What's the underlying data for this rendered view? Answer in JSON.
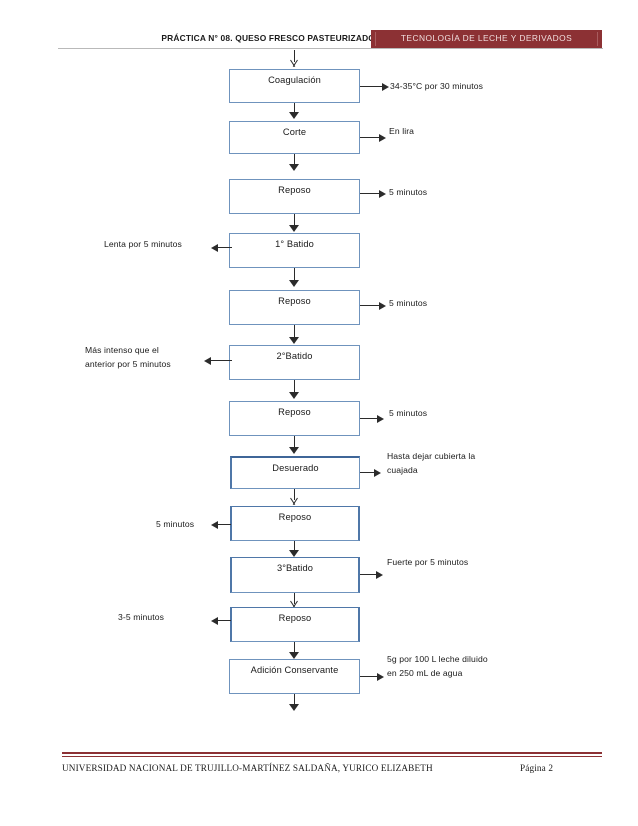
{
  "header": {
    "practice_title": "PRÁCTICA N° 08. QUESO FRESCO PASTEURIZADO",
    "course_banner": "TECNOLOGÍA DE LECHE Y DERIVADOS",
    "banner_color": "#8c3134",
    "banner_text_color": "#f0dede"
  },
  "footer": {
    "institution": "UNIVERSIDAD NACIONAL DE TRUJILLO-MARTÍNEZ SALDAÑA, YURICO ELIZABETH",
    "page": "Página 2",
    "rule_color": "#8c3134"
  },
  "diagram": {
    "box_border_color": "#6f93bd",
    "box_fill_color": "#ffffff",
    "arrow_color": "#2b2b2b",
    "nodes": [
      {
        "label": "Coagulación"
      },
      {
        "label": "Corte"
      },
      {
        "label": "Reposo"
      },
      {
        "label": "1° Batido"
      },
      {
        "label": "Reposo"
      },
      {
        "label": "2°Batido"
      },
      {
        "label": "Reposo"
      },
      {
        "label": "Desuerado"
      },
      {
        "label": "Reposo"
      },
      {
        "label": "3°Batido"
      },
      {
        "label": "Reposo"
      },
      {
        "label": "Adición Conservante"
      }
    ],
    "notes_right": [
      {
        "line1": "34-35°C por 30 minutos",
        "line2": ""
      },
      {
        "line1": "En lira",
        "line2": ""
      },
      {
        "line1": "5 minutos",
        "line2": ""
      },
      {
        "line1": "5 minutos",
        "line2": ""
      },
      {
        "line1": "5 minutos",
        "line2": ""
      },
      {
        "line1": "Hasta dejar cubierta la",
        "line2": "cuajada"
      },
      {
        "line1": "Fuerte por 5 minutos",
        "line2": ""
      },
      {
        "line1": "5g por 100 L leche diluido",
        "line2": "en 250 mL de agua"
      }
    ],
    "notes_left": [
      {
        "line1": "Lenta por 5 minutos",
        "line2": ""
      },
      {
        "line1": "Más intenso que el",
        "line2": "anterior por 5 minutos"
      },
      {
        "line1": "5 minutos",
        "line2": ""
      },
      {
        "line1": "3-5 minutos",
        "line2": ""
      }
    ]
  }
}
